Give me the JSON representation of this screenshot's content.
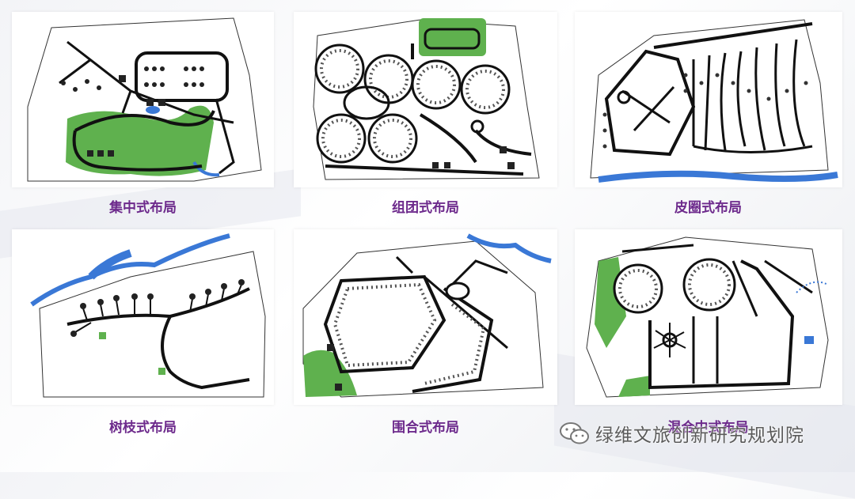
{
  "panels": [
    {
      "caption": "集中式布局"
    },
    {
      "caption": "组团式布局"
    },
    {
      "caption": "皮圈式布局"
    },
    {
      "caption": "树枝式布局"
    },
    {
      "caption": "围合式布局"
    },
    {
      "caption": "混合中式布局"
    }
  ],
  "watermark": {
    "text": "绿维文旅创新研究规划院",
    "icon": "wechat-icon"
  },
  "colors": {
    "caption": "#6d2a8c",
    "green": "#5fb14e",
    "water": "#3a78d6",
    "road": "#111111"
  }
}
